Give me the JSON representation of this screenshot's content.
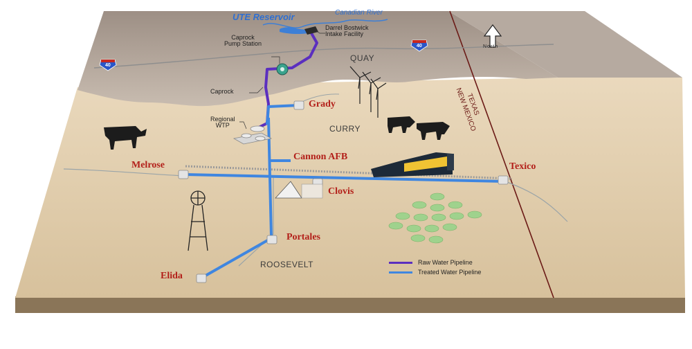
{
  "labels": {
    "reservoir": "UTE Reservoir",
    "river": "Canadian River",
    "intake": "Darrel Bostwick\nIntake Facility",
    "pump_station": "Caprock\nPump Station",
    "caprock": "Caprock",
    "regional_wtp": "Regional\nWTP",
    "north": "North",
    "interstate": "40",
    "state_tx": "TEXAS",
    "state_nm": "NEW MEXICO"
  },
  "counties": [
    "QUAY",
    "CURRY",
    "ROOSEVELT"
  ],
  "cities": [
    "Grady",
    "Cannon AFB",
    "Melrose",
    "Texico",
    "Clovis",
    "Portales",
    "Elida"
  ],
  "legend": [
    {
      "label": "Raw Water Pipeline",
      "color": "#5b2fbf"
    },
    {
      "label": "Treated Water Pipeline",
      "color": "#3f86e0"
    }
  ],
  "colors": {
    "raw_pipeline": "#5b2fbf",
    "treated_pipeline": "#3f86e0",
    "city_text": "#b3201a"
  }
}
